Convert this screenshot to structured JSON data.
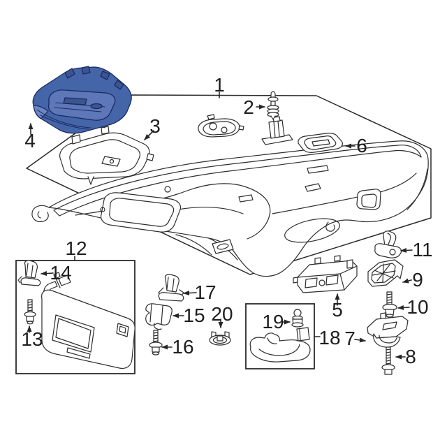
{
  "diagram": {
    "background": "#ffffff",
    "line_color": "#2e2e2e",
    "highlight": {
      "fill": "#4565a9",
      "light": "#5d77b8",
      "dark": "#3b558f",
      "wedge": "#6e86c2",
      "outline": "#1a2a63"
    },
    "callouts": [
      {
        "num": "1",
        "part": "headliner-panel-assembly"
      },
      {
        "num": "2",
        "part": "push-pin-retainer"
      },
      {
        "num": "3",
        "part": "front-lamp-housing"
      },
      {
        "num": "4",
        "part": "overhead-console-highlighted"
      },
      {
        "num": "5",
        "part": "dome-lamp"
      },
      {
        "num": "6",
        "part": "lamp-bezel"
      },
      {
        "num": "7",
        "part": "rear-bracket"
      },
      {
        "num": "8",
        "part": "bracket-screw"
      },
      {
        "num": "9",
        "part": "retainer-plate"
      },
      {
        "num": "10",
        "part": "stud-screw"
      },
      {
        "num": "11",
        "part": "coat-hook"
      },
      {
        "num": "12",
        "part": "sun-visor"
      },
      {
        "num": "13",
        "part": "visor-screw"
      },
      {
        "num": "14",
        "part": "visor-clip"
      },
      {
        "num": "15",
        "part": "hook-cover"
      },
      {
        "num": "16",
        "part": "hook-screw"
      },
      {
        "num": "17",
        "part": "center-clip"
      },
      {
        "num": "18",
        "part": "grab-handle"
      },
      {
        "num": "19",
        "part": "handle-fastener"
      },
      {
        "num": "20",
        "part": "grommet"
      }
    ]
  }
}
